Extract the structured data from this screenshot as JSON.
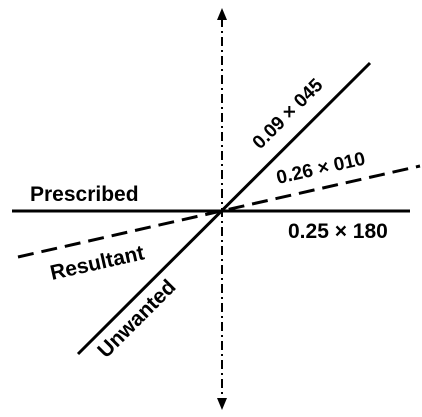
{
  "labels": {
    "prescribed": "Prescribed",
    "resultant": "Resultant",
    "unwanted": "Unwanted",
    "axis_045": "0.09 × 045",
    "axis_010": "0.26 × 010",
    "axis_180": "0.25 × 180"
  },
  "colors": {
    "line": "#000000",
    "background": "#ffffff"
  }
}
